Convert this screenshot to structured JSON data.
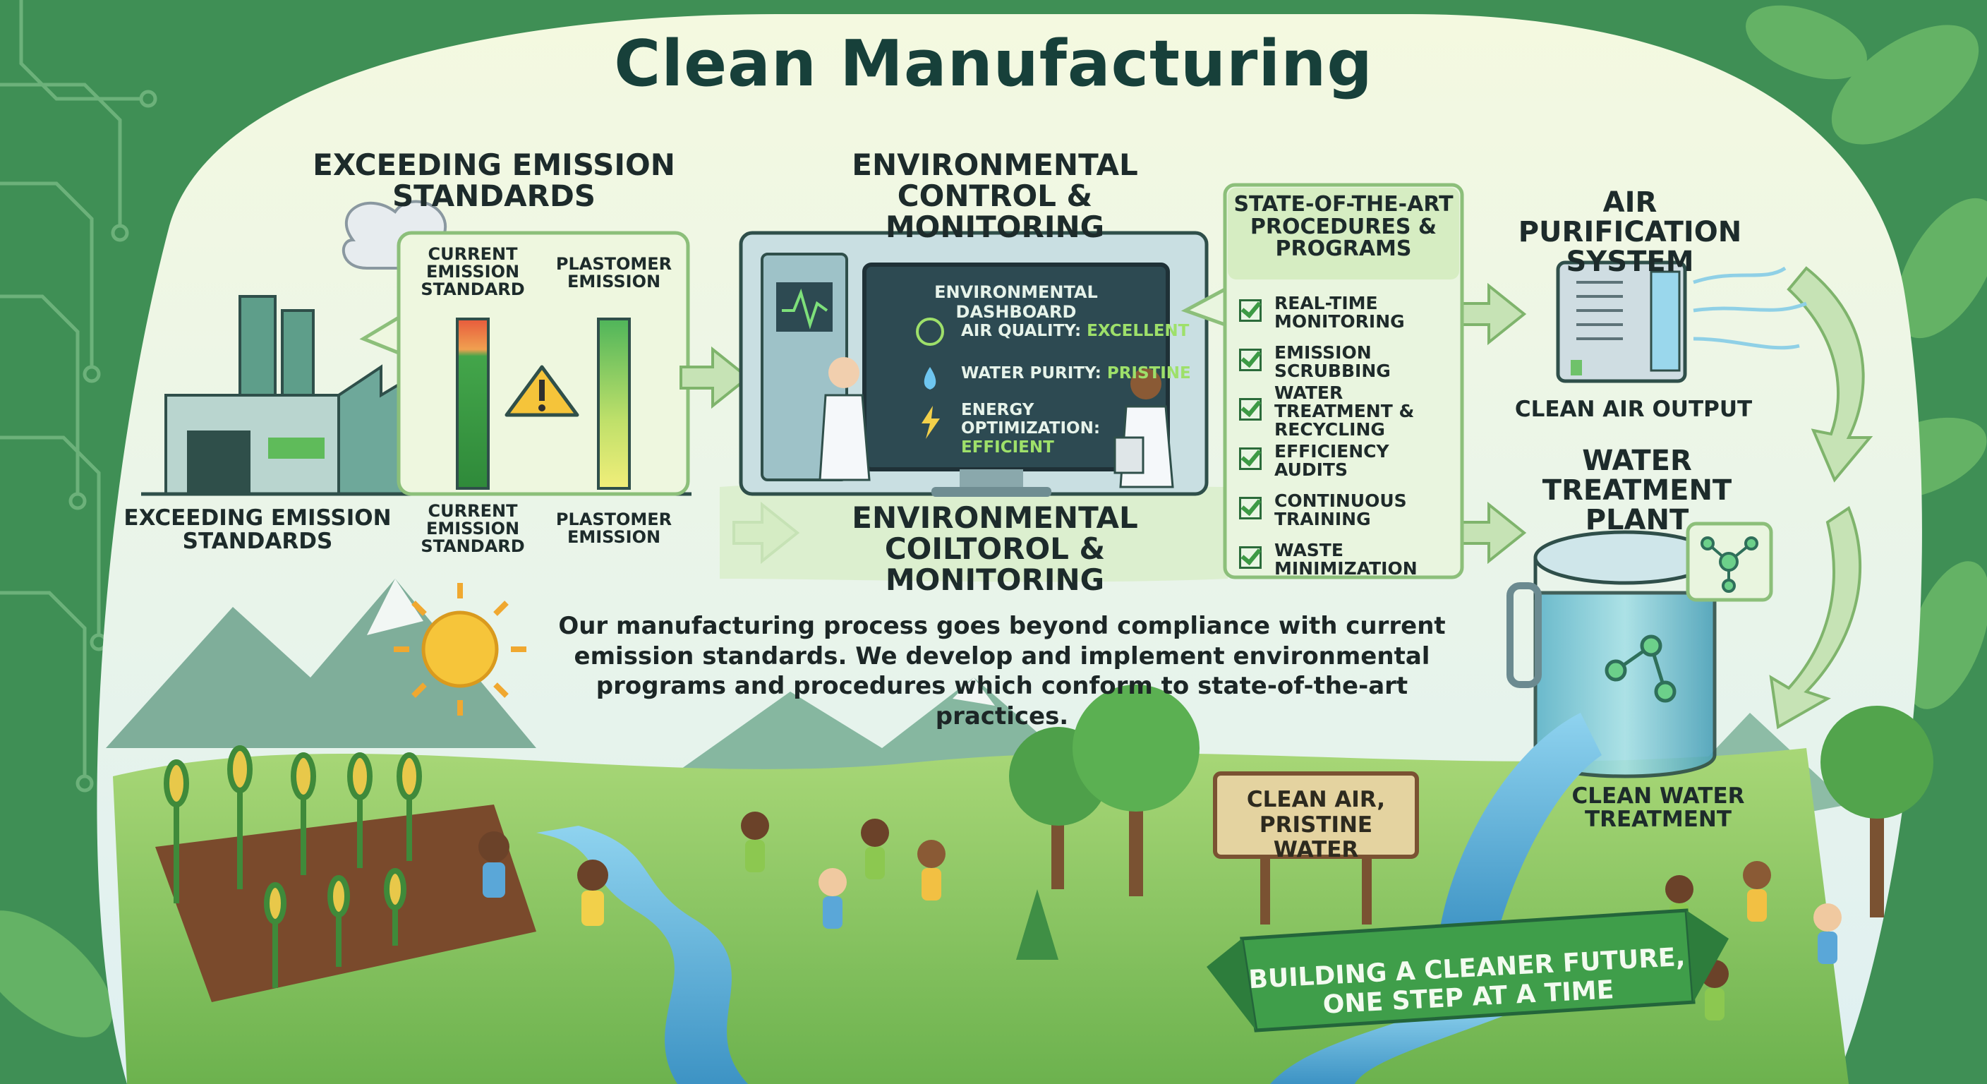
{
  "title": "Clean Manufacturing",
  "colors": {
    "primary_green": "#3f9e4a",
    "dark_teal": "#17403a",
    "light_panel": "#e4f3d8",
    "water_blue": "#5fb6d8",
    "dashboard_dark": "#2d4a52"
  },
  "emissions": {
    "heading": "EXCEEDING EMISSION STANDARDS",
    "heading_repeat": "EXCEEDING EMISSION STANDARDS",
    "current_label": "CURRENT EMISSION STANDARD",
    "current_label_repeat": "CURRENT EMISSION STANDARD",
    "plastomer_label": "PLASTOMER EMISSION",
    "plastomer_label_repeat": "PLASTOMER EMISSION",
    "warning_icon": "warning-triangle-icon"
  },
  "control": {
    "heading": "ENVIRONMENTAL CONTROL & MONITORING",
    "heading_repeat": "ENVIRONMENTAL COILTOROL & MONITORING",
    "dashboard_title": "ENVIRONMENTAL DASHBOARD",
    "air_quality_label": "AIR QUALITY:",
    "air_quality_value": "EXCELLENT",
    "water_purity_label": "WATER PURITY:",
    "water_purity_value": "PRISTINE",
    "energy_label": "ENERGY OPTIMIZATION:",
    "energy_value": "EFFICIENT"
  },
  "procedures": {
    "heading": "STATE-OF-THE-ART PROCEDURES & PROGRAMS",
    "items": [
      "REAL-TIME MONITORING",
      "EMISSION SCRUBBING",
      "WATER TREATMENT & RECYCLING",
      "EFFICIENCY AUDITS",
      "CONTINUOUS TRAINING",
      "WASTE MINIMIZATION"
    ]
  },
  "air": {
    "heading": "AIR PURIFICATION SYSTEM",
    "output_label": "CLEAN AIR OUTPUT"
  },
  "water": {
    "heading": "WATER TREATMENT PLANT",
    "output_label": "CLEAN WATER TREATMENT"
  },
  "description": "Our manufacturing process goes beyond compliance with current emission standards. We develop and implement environmental programs and procedures which conform to state-of-the-art practices.",
  "sign": "CLEAN AIR, PRISTINE WATER",
  "banner": "BUILDING A CLEANER FUTURE, ONE STEP AT A TIME"
}
